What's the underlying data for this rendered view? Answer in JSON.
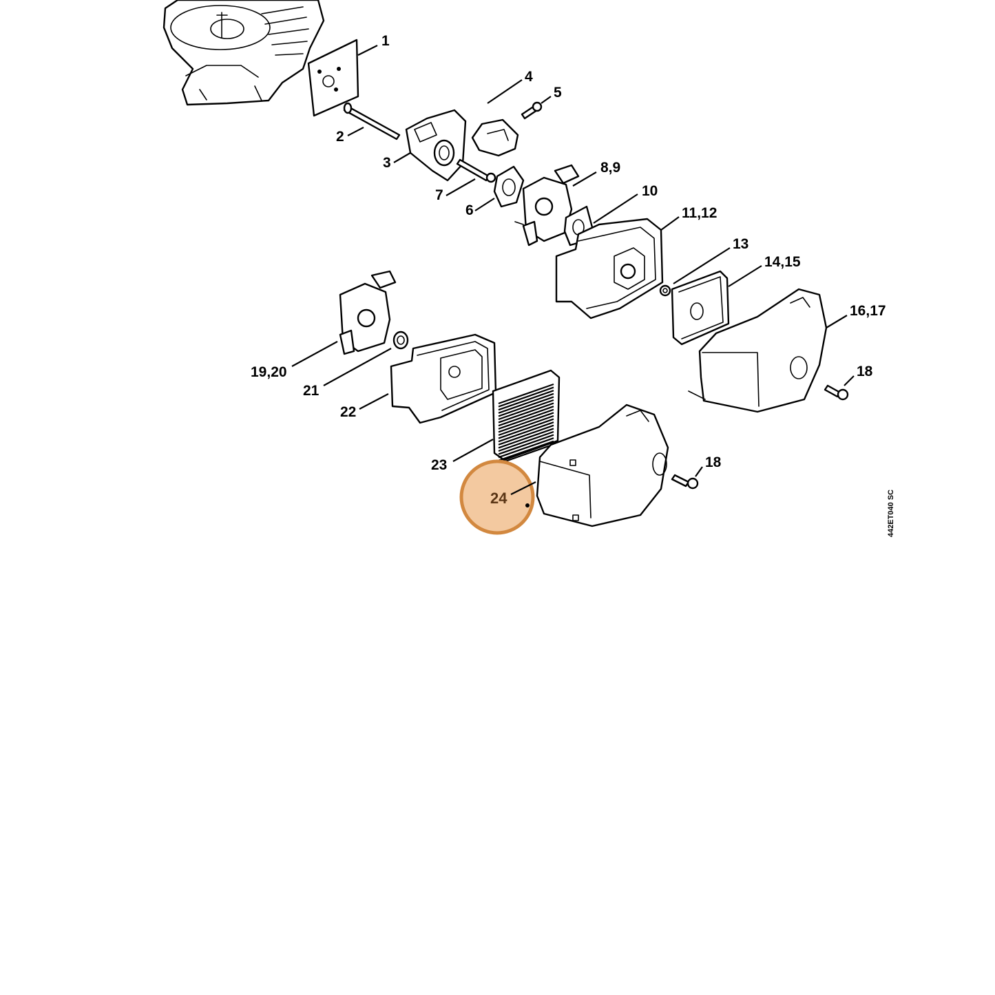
{
  "diagram": {
    "callouts": [
      {
        "id": "c1",
        "label": "1"
      },
      {
        "id": "c2",
        "label": "2"
      },
      {
        "id": "c3",
        "label": "3"
      },
      {
        "id": "c4",
        "label": "4"
      },
      {
        "id": "c5",
        "label": "5"
      },
      {
        "id": "c6",
        "label": "6"
      },
      {
        "id": "c7",
        "label": "7"
      },
      {
        "id": "c89",
        "label": "8,9"
      },
      {
        "id": "c10",
        "label": "10"
      },
      {
        "id": "c1112",
        "label": "11,12"
      },
      {
        "id": "c13",
        "label": "13"
      },
      {
        "id": "c1415",
        "label": "14,15"
      },
      {
        "id": "c1617",
        "label": "16,17"
      },
      {
        "id": "c18a",
        "label": "18"
      },
      {
        "id": "c18b",
        "label": "18"
      },
      {
        "id": "c1920",
        "label": "19,20"
      },
      {
        "id": "c21",
        "label": "21"
      },
      {
        "id": "c22",
        "label": "22"
      },
      {
        "id": "c23",
        "label": "23"
      },
      {
        "id": "c24",
        "label": "24"
      }
    ],
    "highlighted_label": "24",
    "drawing_code": "442ET040 SC",
    "colors": {
      "line": "#000000",
      "highlight_fill": "#f3c9a0",
      "highlight_stroke": "#d2883f",
      "highlight_text": "#5a3515"
    }
  }
}
